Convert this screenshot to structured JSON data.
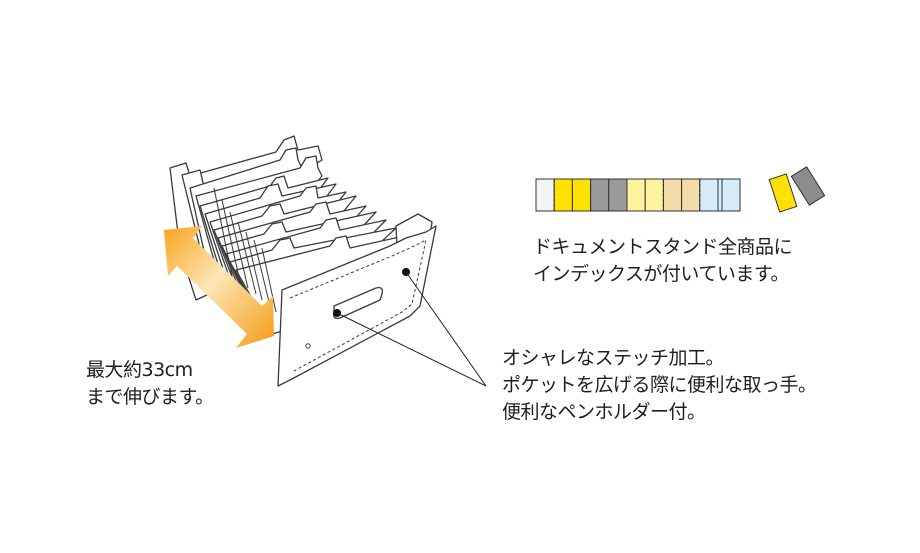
{
  "size_note": {
    "line1": "最大約33cm",
    "line2": "まで伸びます。"
  },
  "index_note": {
    "line1": "ドキュメントスタンド全商品に",
    "line2": "インデックスが付いています。"
  },
  "features": [
    "オシャレなステッチ加工。",
    "ポケットを広げる際に便利な取っ手。",
    "便利なペンホルダー付。"
  ],
  "colors": {
    "arrow": "#f5a623",
    "outline": "#3a3a3a",
    "swatches": [
      "#f4f4f4",
      "#ffe100",
      "#ffe100",
      "#9b9b9b",
      "#9b9b9b",
      "#fff3a0",
      "#fff3a0",
      "#f3dca8",
      "#f3dca8",
      "#d6ebf8",
      "#d6ebf8",
      "#ffe100",
      "#8c8c8c"
    ]
  }
}
